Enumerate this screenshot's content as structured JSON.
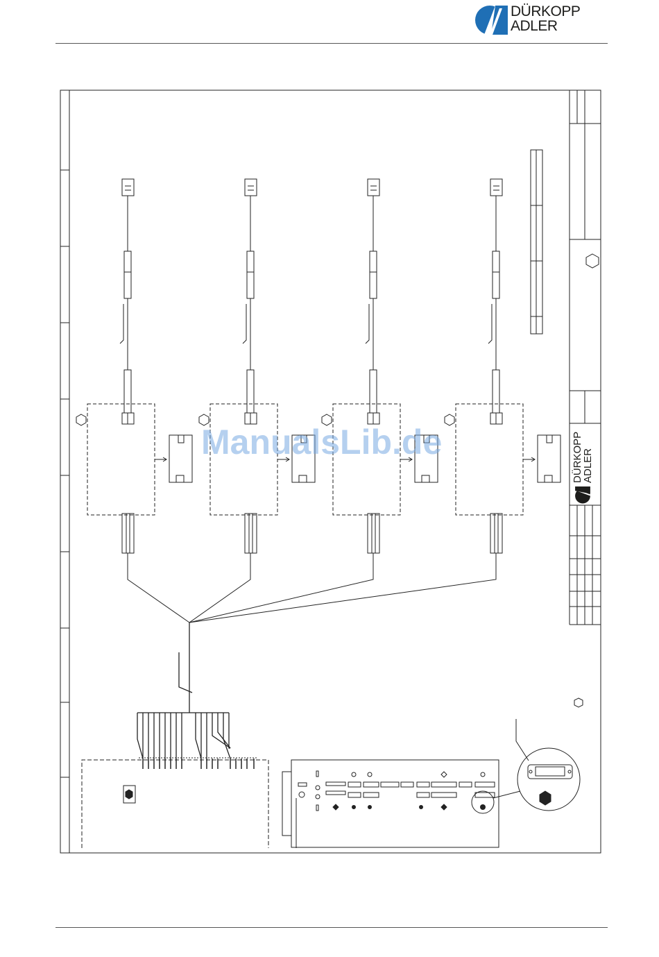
{
  "header": {
    "brand_line1": "DÜRKOPP",
    "brand_line2": "ADLER",
    "brand_color": "#1f6fb5"
  },
  "title_block": {
    "brand_line1": "DÜRKOPP",
    "brand_line2": "ADLER"
  },
  "watermark": {
    "text": "ManualsLib.de",
    "color": "#8ab4e8"
  },
  "icons": [
    "logo-mark-icon",
    "hexagon-symbol-icon",
    "connector-icon",
    "sub-d-connector-icon"
  ]
}
